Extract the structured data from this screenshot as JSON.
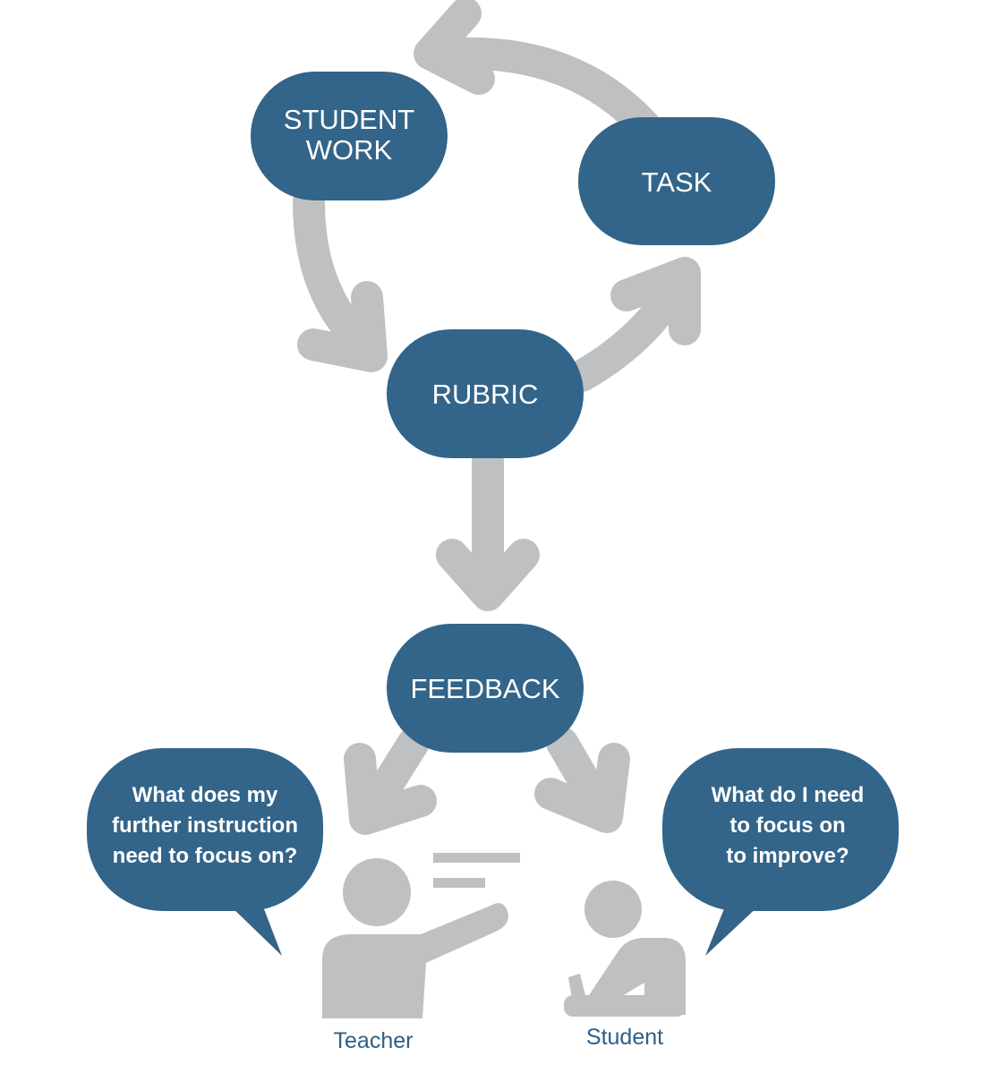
{
  "colors": {
    "node": "#336489",
    "arrow": "#bfc0c2",
    "figure": "#bfc0c2",
    "label": "#2f5f86"
  },
  "nodes": {
    "student_work": [
      "STUDENT",
      "WORK"
    ],
    "task": "TASK",
    "rubric": "RUBRIC",
    "feedback": "FEEDBACK"
  },
  "bubbles": {
    "teacher": [
      "What does my",
      "further instruction",
      "need to focus on?"
    ],
    "student": [
      "What do I need",
      "to focus on",
      "to improve?"
    ]
  },
  "people": {
    "teacher": "Teacher",
    "student": "Student"
  },
  "icons": [
    "teacher-figure-icon",
    "student-figure-icon",
    "arrow-icon"
  ]
}
